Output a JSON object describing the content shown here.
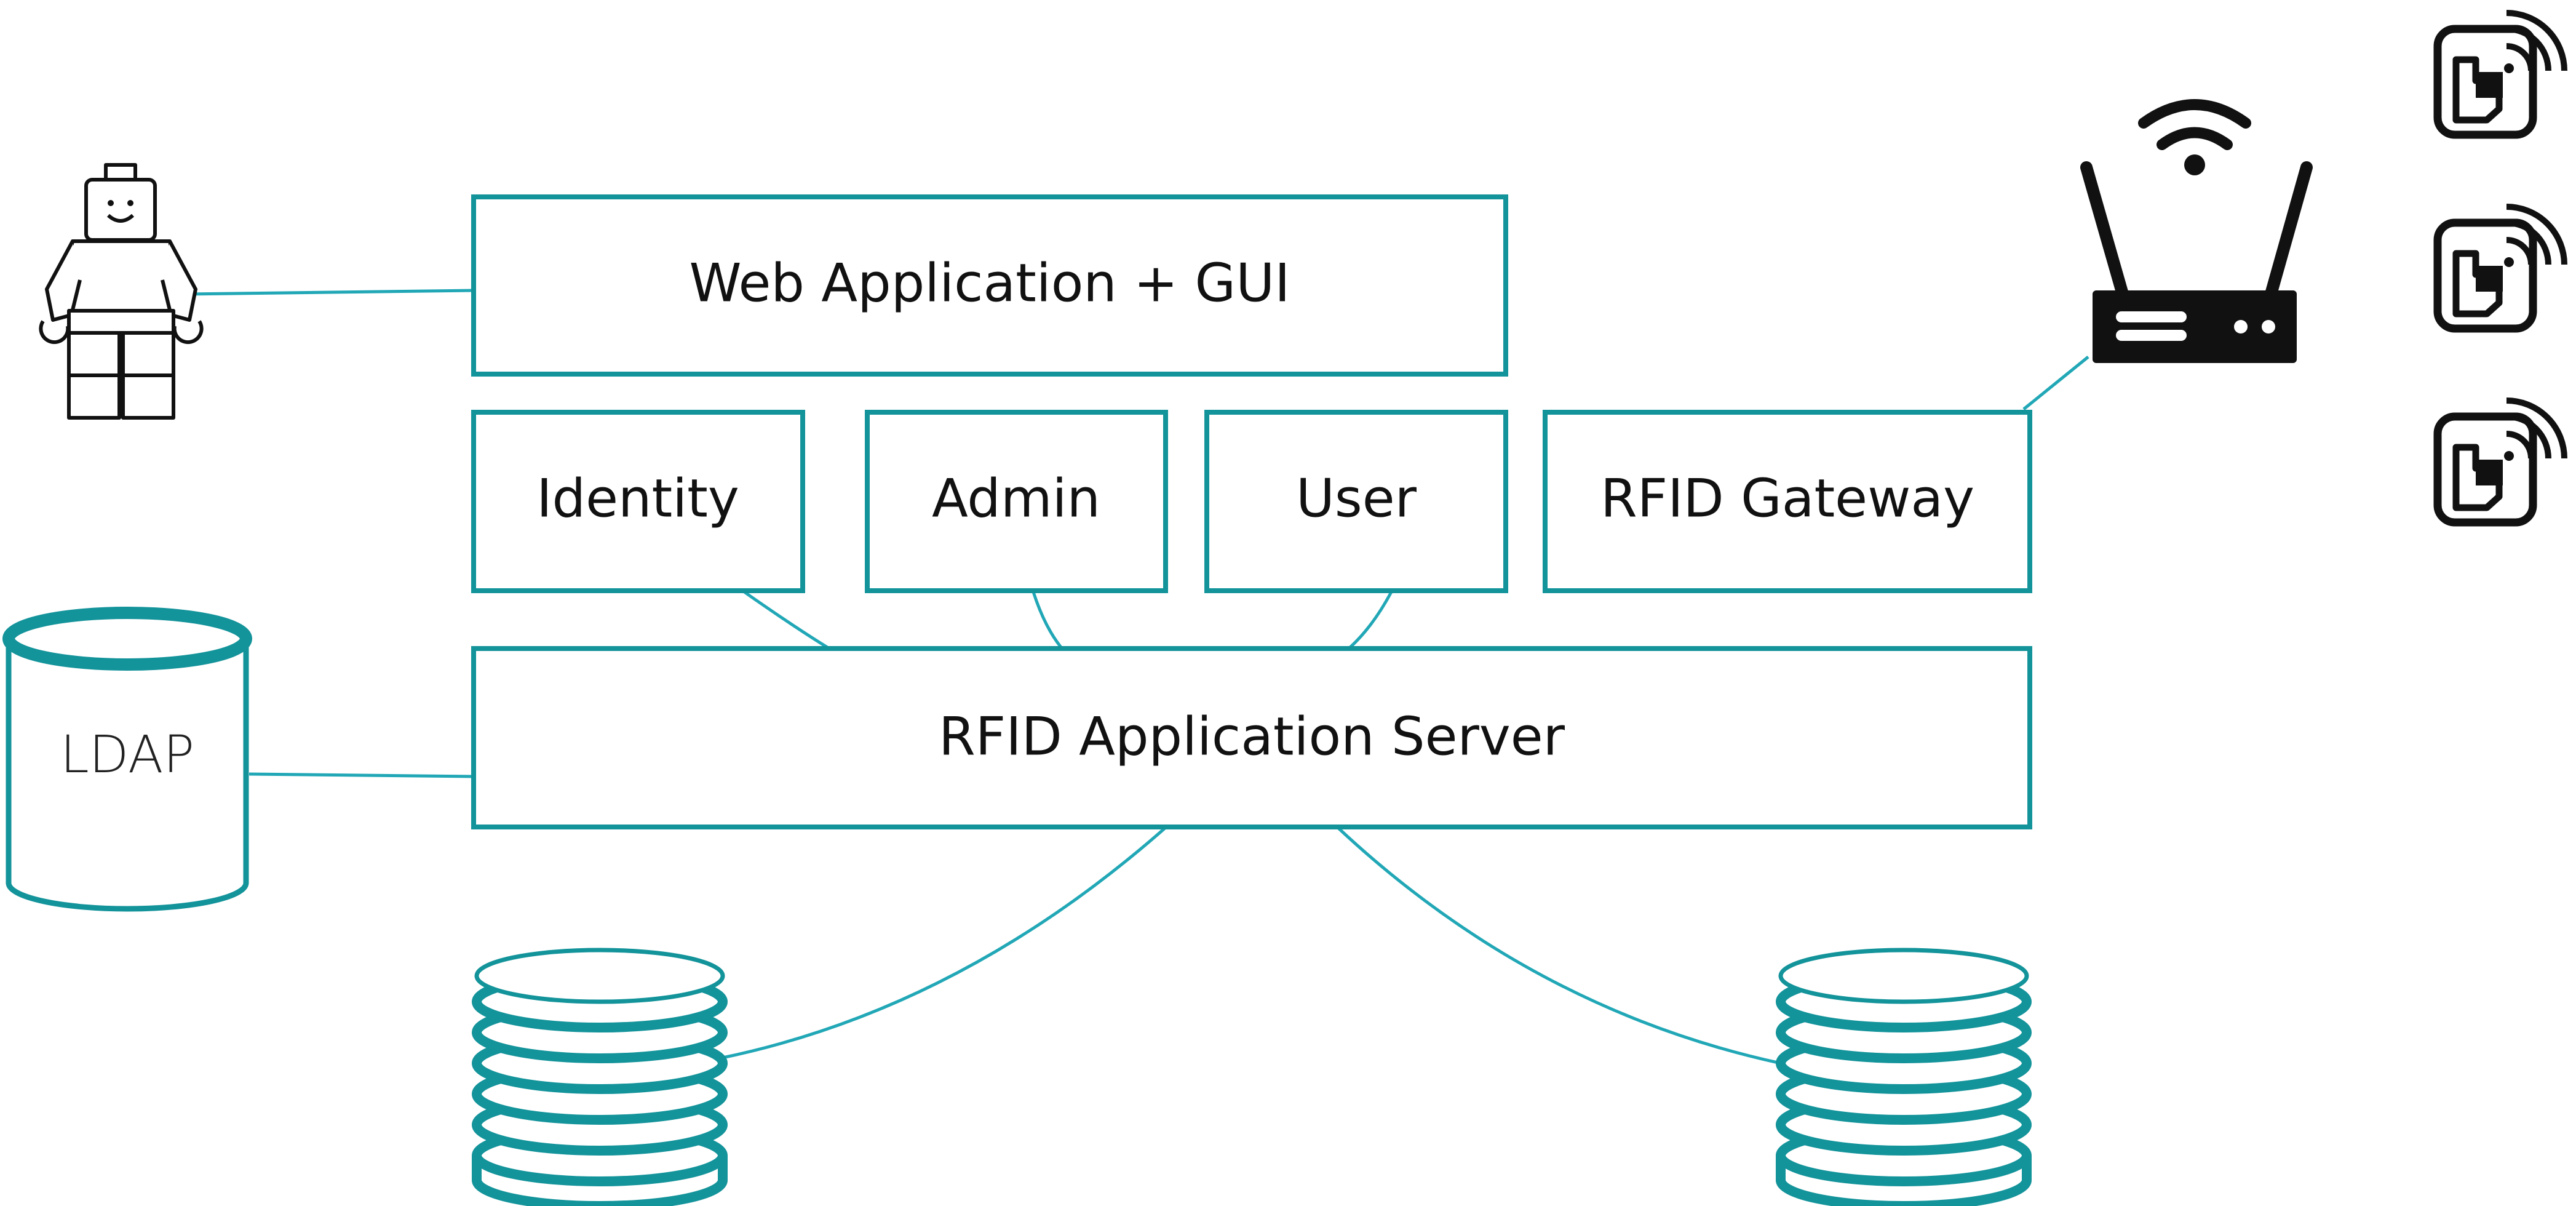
{
  "diagram": {
    "web_app": "Web Application + GUI",
    "identity": "Identity",
    "admin": "Admin",
    "user": "User",
    "rfid_gateway": "RFID Gateway",
    "app_server": "RFID Application Server",
    "ldap": "LDAP"
  },
  "colors": {
    "teal": "#13939a",
    "connector": "#21a7b6",
    "icon": "#111111"
  },
  "icons": [
    "user-figure-icon",
    "ldap-database-icon",
    "database-stack-icon",
    "rfid-router-icon",
    "rfid-tag-icon"
  ]
}
